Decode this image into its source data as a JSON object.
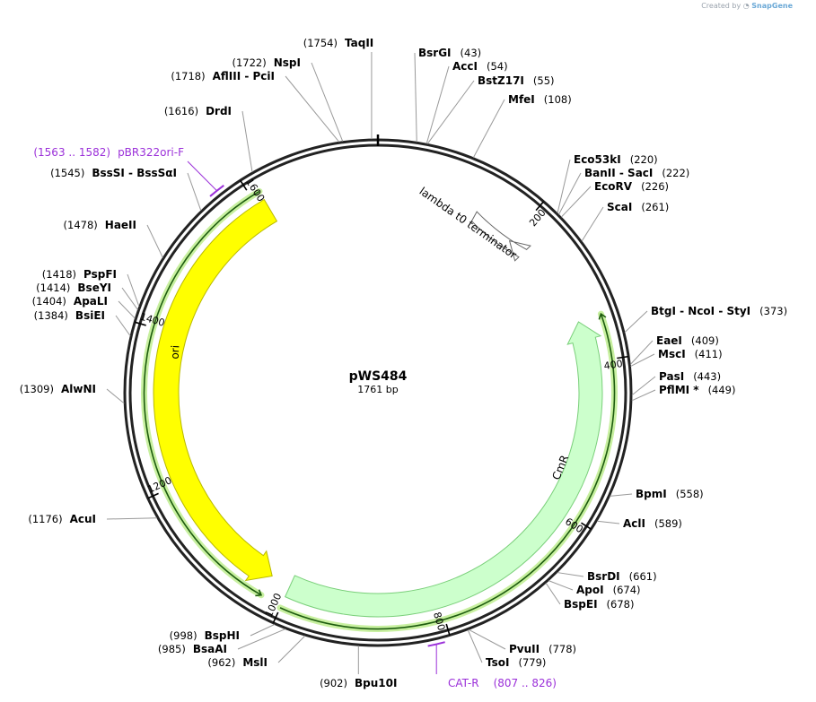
{
  "credit": {
    "prefix": "Created by",
    "brand": "SnapGene"
  },
  "plasmid": {
    "name": "pWS484",
    "length_label": "1761 bp",
    "length": 1761
  },
  "ruler": [
    200,
    400,
    600,
    800,
    1000,
    1200,
    1400,
    1600
  ],
  "features": [
    {
      "name": "ori",
      "start": 1612,
      "end": 1027,
      "direction": "reverse",
      "color": "#ffff00",
      "stroke": "#b8b800"
    },
    {
      "name": "CmR",
      "start": 1000,
      "end": 345,
      "direction": "reverse",
      "color": "#ccffcc",
      "stroke": "#7acf7a"
    },
    {
      "name": "lambda t0 terminator",
      "start": 140,
      "end": 200,
      "direction": "reverse",
      "color": "#ffffff",
      "stroke": "#666666"
    }
  ],
  "sites": [
    {
      "name": "TaqII",
      "pos": "(1754)"
    },
    {
      "name": "NspI",
      "pos": "(1722)"
    },
    {
      "name": "AflIII",
      "name2": "PciI",
      "pos": "(1718)"
    },
    {
      "name": "DrdI",
      "pos": "(1616)"
    },
    {
      "name": "BssSI",
      "name2": "BssSαI",
      "pos": "(1545)"
    },
    {
      "name": "HaeII",
      "pos": "(1478)"
    },
    {
      "name": "PspFI",
      "pos": "(1418)"
    },
    {
      "name": "BseYI",
      "pos": "(1414)"
    },
    {
      "name": "ApaLI",
      "pos": "(1404)"
    },
    {
      "name": "BsiEI",
      "pos": "(1384)"
    },
    {
      "name": "AlwNI",
      "pos": "(1309)"
    },
    {
      "name": "AcuI",
      "pos": "(1176)"
    },
    {
      "name": "BspHI",
      "pos": "(998)"
    },
    {
      "name": "BsaAI",
      "pos": "(985)"
    },
    {
      "name": "MslI",
      "pos": "(962)"
    },
    {
      "name": "Bpu10I",
      "pos": "(902)"
    },
    {
      "name": "BsrGI",
      "pos": "(43)"
    },
    {
      "name": "AccI",
      "pos": "(54)"
    },
    {
      "name": "BstZ17I",
      "pos": "(55)"
    },
    {
      "name": "MfeI",
      "pos": "(108)"
    },
    {
      "name": "Eco53kI",
      "pos": "(220)"
    },
    {
      "name": "BanII",
      "name2": "SacI",
      "pos": "(222)"
    },
    {
      "name": "EcoRV",
      "pos": "(226)"
    },
    {
      "name": "ScaI",
      "pos": "(261)"
    },
    {
      "name": "BtgI",
      "name2": "NcoI",
      "name3": "StyI",
      "pos": "(373)"
    },
    {
      "name": "EaeI",
      "pos": "(409)"
    },
    {
      "name": "MscI",
      "pos": "(411)"
    },
    {
      "name": "PasI",
      "pos": "(443)"
    },
    {
      "name": "PflMI *",
      "pos": "(449)"
    },
    {
      "name": "BpmI",
      "pos": "(558)"
    },
    {
      "name": "AclI",
      "pos": "(589)"
    },
    {
      "name": "BsrDI",
      "pos": "(661)"
    },
    {
      "name": "ApoI",
      "pos": "(674)"
    },
    {
      "name": "BspEI",
      "pos": "(678)"
    },
    {
      "name": "PvuII",
      "pos": "(778)"
    },
    {
      "name": "TsoI",
      "pos": "(779)"
    }
  ],
  "primers": [
    {
      "name": "pBR322ori-F",
      "range": "(1563 .. 1582)"
    },
    {
      "name": "CAT-R",
      "range": "(807 .. 826)"
    }
  ]
}
